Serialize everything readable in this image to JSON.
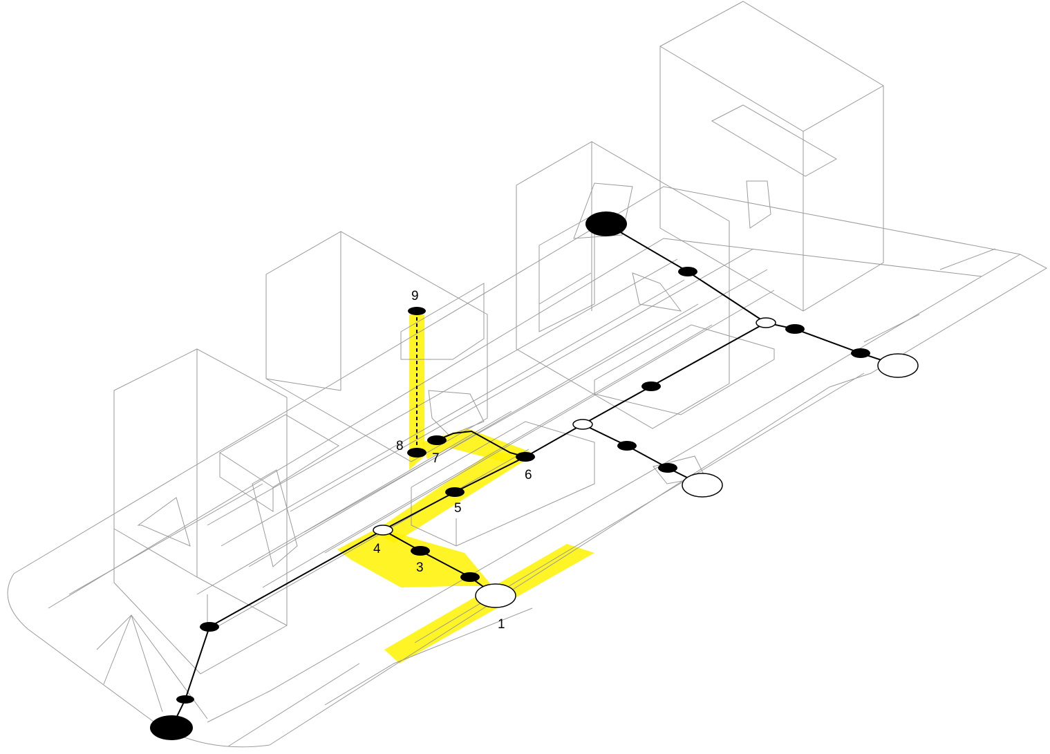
{
  "diagram": {
    "labels": {
      "n1": "1",
      "n3": "3",
      "n4": "4",
      "n5": "5",
      "n6": "6",
      "n7": "7",
      "n8": "8",
      "n9": "9"
    },
    "colors": {
      "highlight": "#fff200",
      "wireframe": "#9a9a9a",
      "route": "#000000"
    }
  }
}
